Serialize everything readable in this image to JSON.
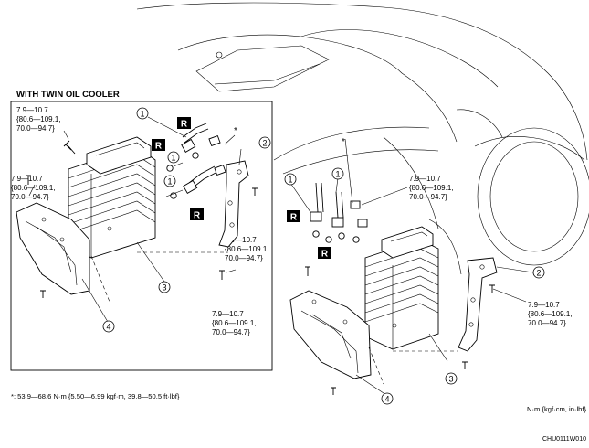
{
  "inset": {
    "title": "WITH TWIN OIL COOLER"
  },
  "torque": {
    "line1": "7.9—10.7",
    "line2": "{80.6—109.1,",
    "line3": "70.0—94.7}"
  },
  "callouts": [
    "1",
    "2",
    "3",
    "4"
  ],
  "reuse_mark": "R",
  "asterisk": "*",
  "footnote": "*: 53.9—68.6 N·m {5.50—6.99 kgf·m, 39.8—50.5 ft·lbf}",
  "units": "N·m {kgf·cm, in·lbf}",
  "code": "CHU0111W010"
}
